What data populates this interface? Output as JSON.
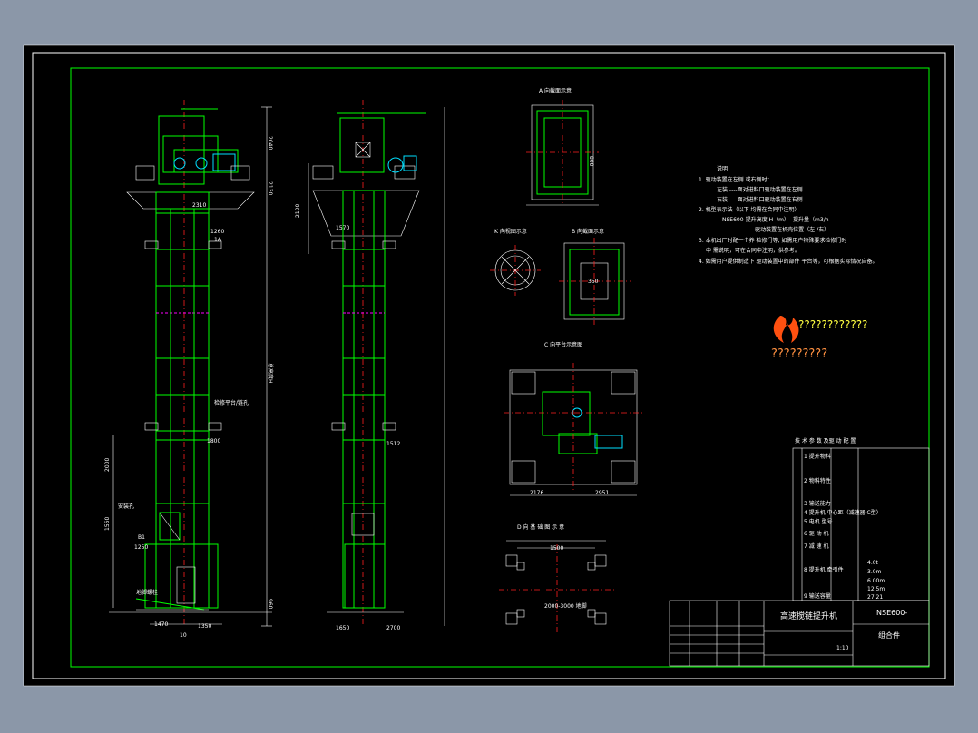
{
  "drawing": {
    "title": "高速搅链提升机",
    "code": "NSE600-",
    "subtitle": "组合件",
    "scale": "1:10",
    "view_labels": {
      "a": "A 向截面示意",
      "k": "K 向视图示意",
      "b": "B 向截面示意",
      "c": "C 向平台示意图",
      "d": "D 向 基 础 图 示 意"
    },
    "notes": [
      "说明",
      "1. 驱动装置在左侧 或右侧时：",
      "左装 ----面对进料口驱动装置在左侧",
      "右装 ----面对进料口驱动装置在右侧",
      "2. 机型表示法（以下 均需在合同中注明）",
      "NSE600-提升高度 H（m）- 提升量（m3/h",
      "-驱动装置在机壳位置（左 /右）",
      "3. 本机出厂时配一个养 检修门等, 如需用户特殊要求检修门时",
      "中 需说明，可在合同中注明，供参考。",
      "4. 如需用户提供制造下 驱动装置中的部件 平台等，可根据实际情况自备。"
    ],
    "logo_text": "????????????",
    "logo_sub": "?????????",
    "params_title": "技 术 参 数 及驱 动 配 置",
    "params_rows": [
      "1 提升物料",
      "2 物料特性",
      "3 输送能力",
      "4 提升机 中心距（减速器 C型）",
      "5 电机 型号",
      "6 驱 动 机",
      "7 减 速 机",
      "8 提升机 牵引件",
      "9 输送容量"
    ],
    "param_values": [
      "4.0t",
      "3.0m",
      "6.00m",
      "12.5m",
      "27.21"
    ],
    "dims": {
      "h_total": "总高度H",
      "d1": "2040",
      "d2": "2130",
      "d3": "1260",
      "d4": "1800",
      "d5": "2000",
      "d6": "1560",
      "d7": "1470",
      "d8": "1650",
      "d9": "2700",
      "d10": "1250",
      "d11": "1350",
      "d12": "2310",
      "d13": "960",
      "d14": "1500",
      "d15": "2100",
      "d16": "800",
      "d17": "350",
      "d18": "2176",
      "d19": "2951",
      "d20": "1512",
      "d21": "1570"
    },
    "labels": {
      "ia": "1A",
      "b1": "B1",
      "ten": "10",
      "sec": "检修平台/链孔",
      "opt": "安装孔",
      "base": "地脚螺栓",
      "lj": "2000-3000 地脚"
    }
  }
}
